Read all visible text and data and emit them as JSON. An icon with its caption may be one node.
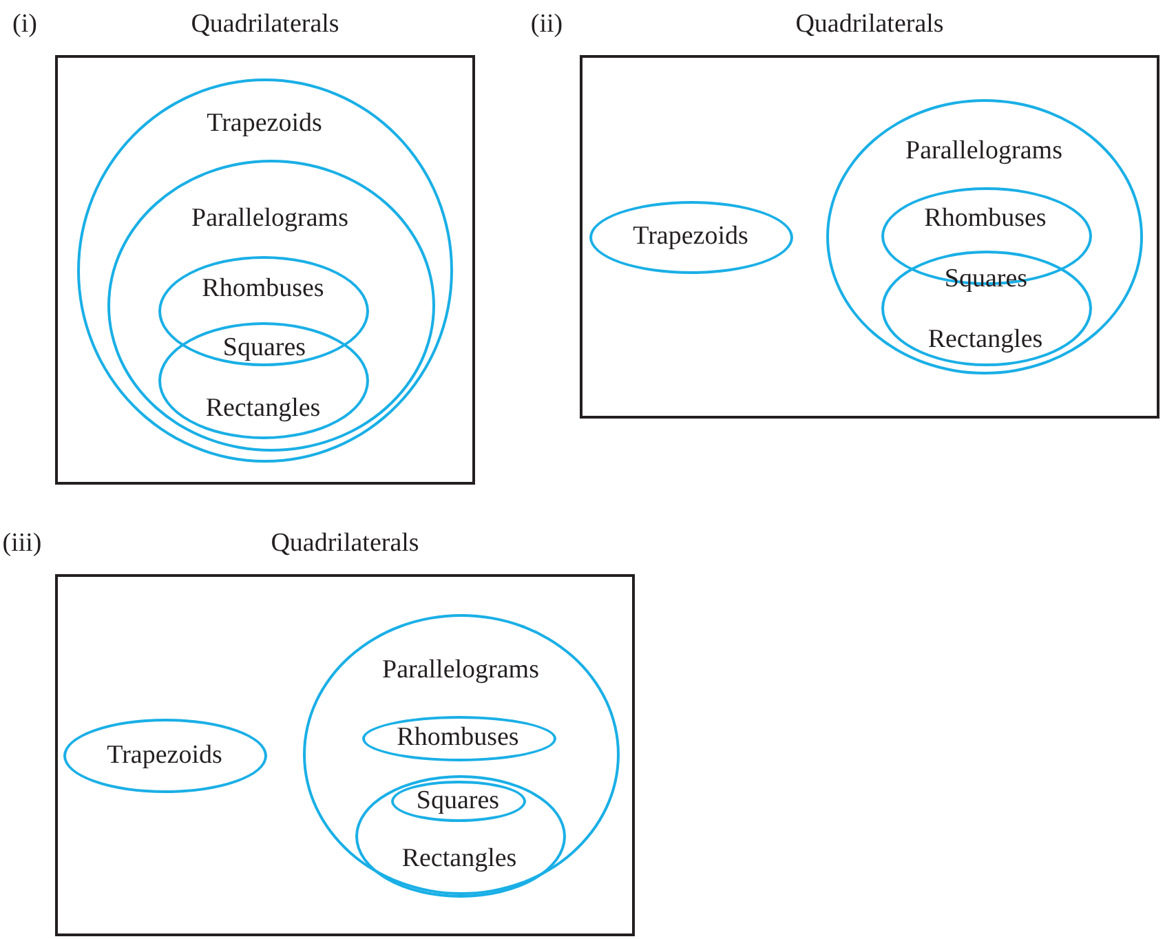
{
  "diagram": {
    "nodes": [
      {
        "text": [
          "Quadrilaterals"
        ]
      },
      {
        "text": [
          "Trapezoids"
        ],
        "in": 0
      },
      {
        "text": [
          "Parallelograms"
        ],
        "in": 1
      },
      {
        "text": [
          "Rhombuses"
        ],
        "in": 2
      },
      {
        "text": [
          "Rectangles"
        ],
        "in": 2
      },
      {
        "text": [
          "Quadrilaterals"
        ]
      },
      {
        "text": [
          "Trapezoids"
        ],
        "in": 5
      },
      {
        "text": [
          "Parallelograms"
        ],
        "in": 5
      },
      {
        "text": [
          "Rhombuses"
        ],
        "in": 7
      },
      {
        "text": [
          "Rectangles"
        ],
        "in": 7
      },
      {
        "text": [
          "Quadrilaterals"
        ]
      },
      {
        "text": [
          "Trapezoids"
        ],
        "in": 10
      },
      {
        "text": [
          "Parallelograms"
        ],
        "in": 10
      },
      {
        "text": [
          "Rhombuses"
        ],
        "in": 12
      },
      {
        "text": [
          "Rectangles"
        ],
        "in": 12
      },
      {
        "text": [
          "Squares"
        ],
        "in": 14
      }
    ],
    "edges": [],
    "labels": [
      "(i)",
      "(ii)",
      "Squares",
      "Squares",
      "(iii)"
    ]
  }
}
